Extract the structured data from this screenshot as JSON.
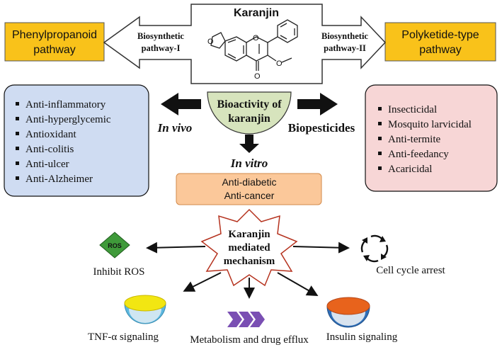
{
  "title": "Karanjin",
  "pathways": {
    "left_label": "Phenylpropanoid pathway",
    "left_line1": "Phenylpropanoid",
    "left_line2": "pathway",
    "right_line1": "Polyketide-type",
    "right_line2": "pathway",
    "arrow_left_line1": "Biosynthetic",
    "arrow_left_line2": "pathway-I",
    "arrow_right_line1": "Biosynthetic",
    "arrow_right_line2": "pathway-II"
  },
  "molecule": {
    "methoxy_label": "O",
    "methyl_label": "—",
    "ring_o1": "O",
    "ring_o2": "O",
    "carbonyl_o": "O"
  },
  "bioactivity": {
    "line1": "Bioactivity of",
    "line2": "karanjin"
  },
  "in_vivo": {
    "label": "In vivo",
    "items": [
      "Anti-inflammatory",
      "Anti-hyperglycemic",
      "Antioxidant",
      "Anti-colitis",
      "Anti-ulcer",
      "Anti-Alzheimer"
    ]
  },
  "biopesticides": {
    "label": "Biopesticides",
    "items": [
      "Insecticidal",
      "Mosquito larvicidal",
      "Anti-termite",
      "Anti-feedancy",
      "Acaricidal"
    ]
  },
  "in_vitro": {
    "label": "In vitro",
    "line1": "Anti-diabetic",
    "line2": "Anti-cancer"
  },
  "mechanism": {
    "line1": "Karanjin",
    "line2": "mediated",
    "line3": "mechanism",
    "outputs": {
      "ros_icon_text": "ROS",
      "ros": "Inhibit ROS",
      "cell_cycle": "Cell cycle arrest",
      "tnf": "TNF-α signaling",
      "metabolism": "Metabolism and drug efflux",
      "insulin": "Insulin signaling"
    }
  },
  "colors": {
    "orange_box": "#f9c21a",
    "blue_box": "#cfdcf2",
    "pink_box": "#f7d6d6",
    "green_semi": "#d7e4bd",
    "peach_box": "#fbc89a",
    "star_outline": "#b5321e",
    "ros_green": "#3f9a3a",
    "purple": "#7a4fb3"
  }
}
